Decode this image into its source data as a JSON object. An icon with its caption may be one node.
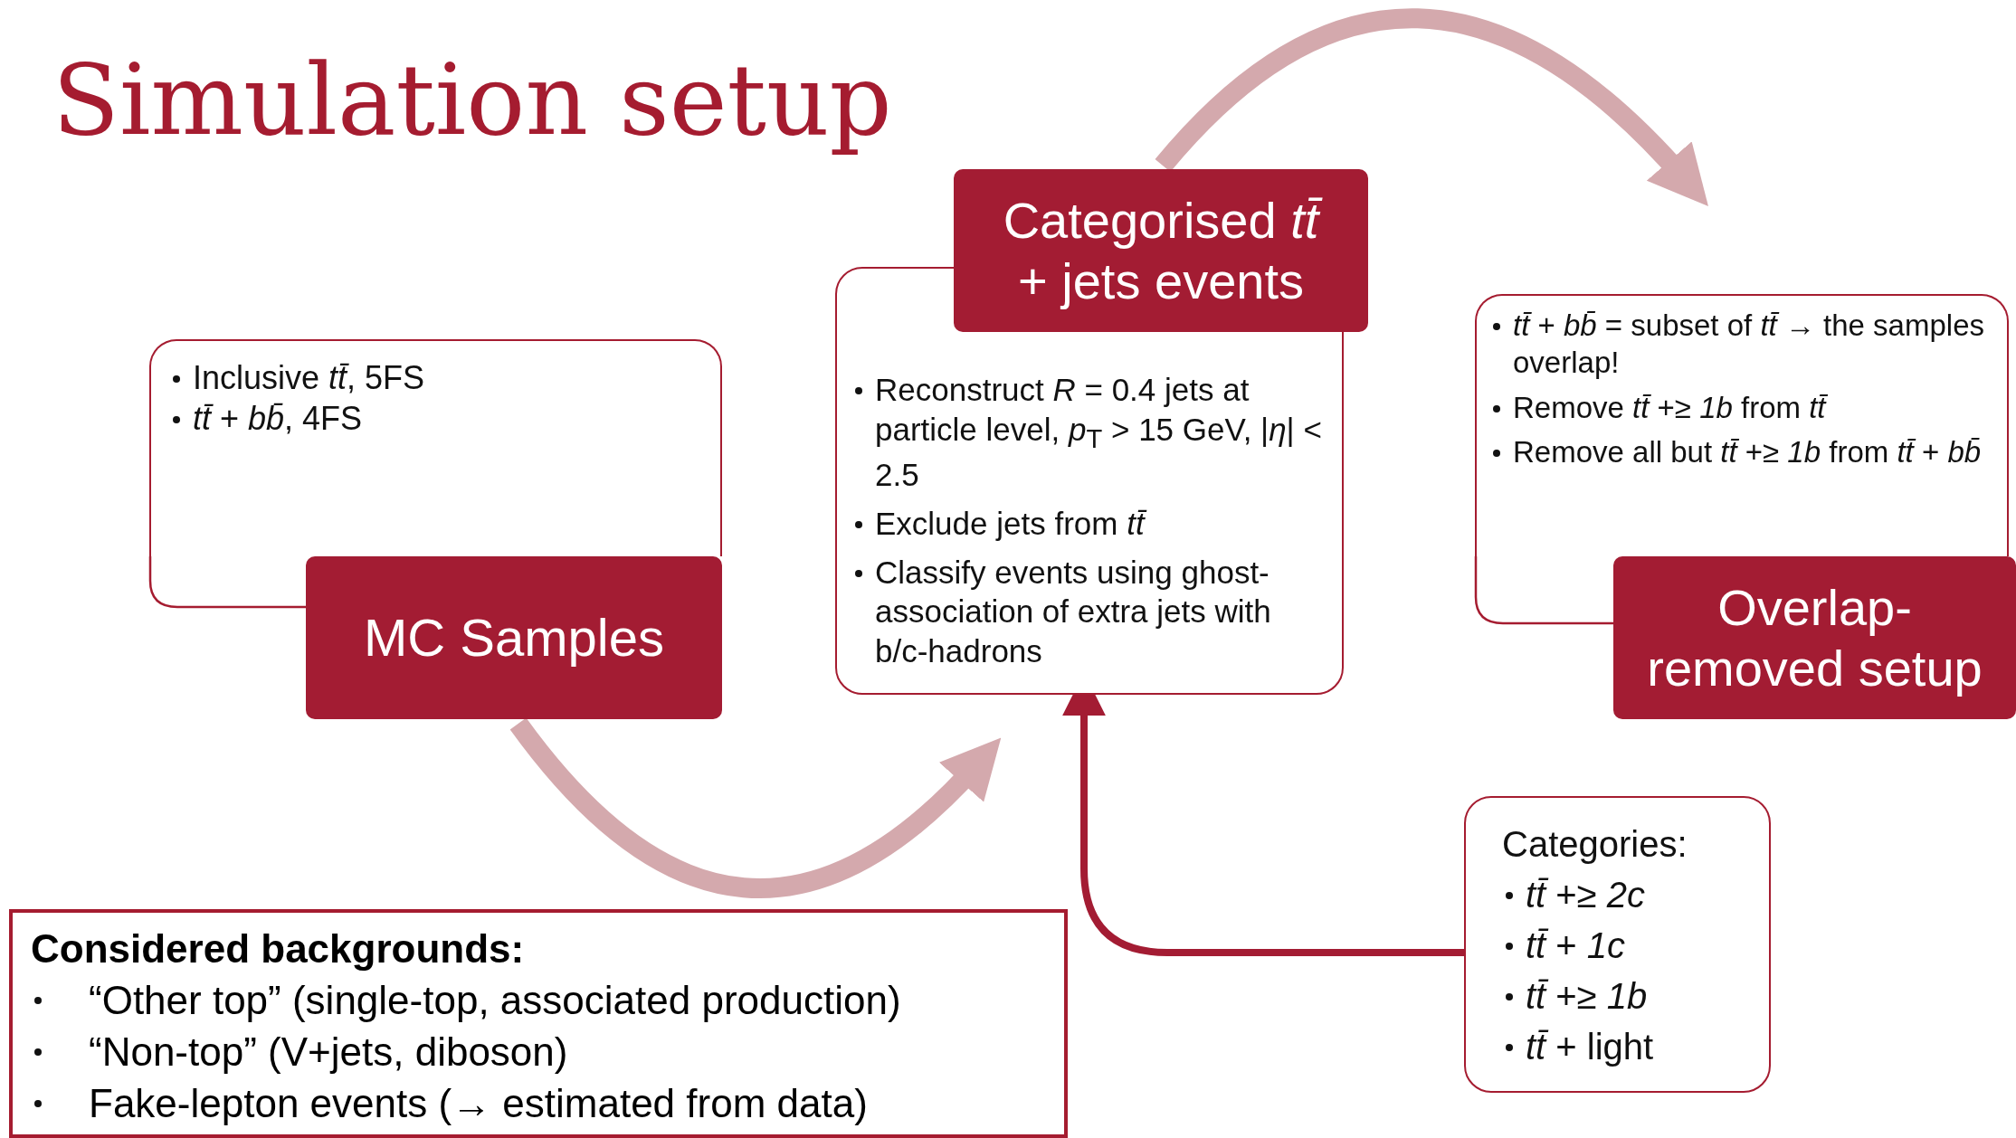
{
  "diagram": {
    "title": "Simulation setup",
    "nodes": [
      {
        "text": [
          "Inclusive *tt̄*, 5FS",
          "*tt̄* + *bb̄*, 4FS"
        ]
      },
      {
        "text": [
          "MC Samples"
        ]
      },
      {
        "text": [
          "Reconstruct *R* = 0.4 jets at particle level, *p*$_{T}$ > 15 GeV, |*η*| < 2.5",
          "Exclude jets from *tt̄*",
          "Classify events using ghost-association of extra jets with b/c-hadrons"
        ]
      },
      {
        "text": [
          "Categorised *tt̄* + jets events"
        ]
      },
      {
        "text": [
          "*tt̄* + *bb̄* = subset of *tt̄* → the samples overlap!",
          "Remove *tt̄* +≥ *1b* from *tt̄*",
          "Remove all but *tt̄* +≥ *1b* from *tt̄* + *bb̄*"
        ]
      },
      {
        "text": [
          "Overlap-removed setup"
        ]
      },
      {
        "text": [
          "Categories:",
          "*tt̄* +≥ *2c*",
          "*tt̄* + *1c*",
          "*tt̄* +≥ *1b*",
          "*tt̄* + light"
        ]
      },
      {
        "text": [
          "Considered backgrounds:",
          "“Other top” (single-top, associated production)",
          "“Non-top” (V+jets, diboson)",
          "Fake-lepton events (→ estimated from data)"
        ]
      }
    ],
    "edges": [
      {
        "from": 1,
        "to": 2,
        "arrow": "to"
      },
      {
        "from": 3,
        "to": 4,
        "arrow": "to"
      },
      {
        "from": 6,
        "to": 2,
        "arrow": "to",
        "color": "#a31c33"
      }
    ]
  }
}
